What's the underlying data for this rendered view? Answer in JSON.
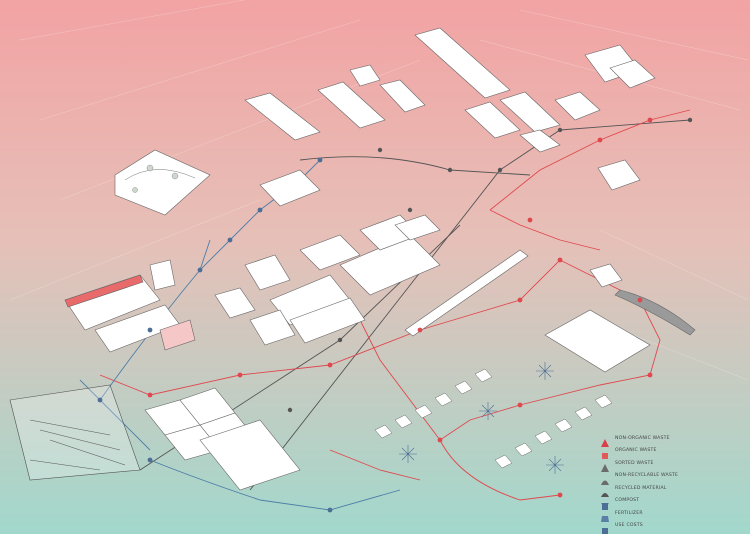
{
  "colors": {
    "background_top": "#f2a7a4",
    "background_bottom": "#a6d6cc",
    "organic_route": "#e0484e",
    "recycle_route": "#4d7ea8",
    "rail_line": "#555555",
    "building_fill": "#ffffff",
    "building_stroke": "#666666",
    "legend_red": "#d8404a",
    "legend_grey": "#6b6b6b",
    "legend_blue": "#4d6f96"
  },
  "legend": {
    "items": [
      {
        "label": "NON-ORGANIC WASTE",
        "icon": "red-triangle-pin-icon",
        "color": "#d8404a"
      },
      {
        "label": "ORGANIC WASTE",
        "icon": "red-square-pin-icon",
        "color": "#e05a5a"
      },
      {
        "label": "SORTED WASTE",
        "icon": "grey-triangle-pin-icon",
        "color": "#6b6b6b"
      },
      {
        "label": "NON-RECYCLABLE WASTE",
        "icon": "grey-dome-pin-icon",
        "color": "#6b6b6b"
      },
      {
        "label": "RECYCLED MATERIAL",
        "icon": "dark-dome-pin-icon",
        "color": "#555555"
      },
      {
        "label": "COMPOST",
        "icon": "blue-bin-icon",
        "color": "#4d6f96"
      },
      {
        "label": "FERTILIZER",
        "icon": "blue-bag-icon",
        "color": "#5a7fa8"
      },
      {
        "label": "USE COSTS",
        "icon": "blue-cube-icon",
        "color": "#4d6f96"
      }
    ]
  }
}
